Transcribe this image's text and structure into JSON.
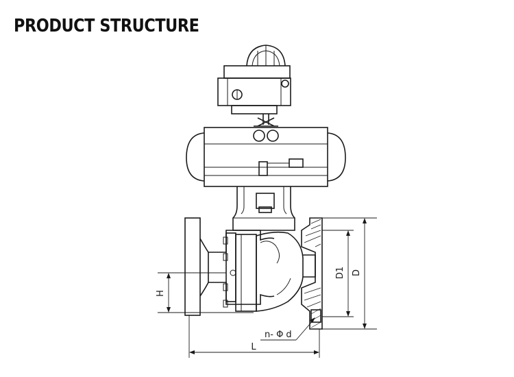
{
  "title": "PRODUCT STRUCTURE",
  "dimensions": {
    "h": "H",
    "d1": "D1",
    "d": "D",
    "bolt": "n- Φ d",
    "l": "L"
  }
}
